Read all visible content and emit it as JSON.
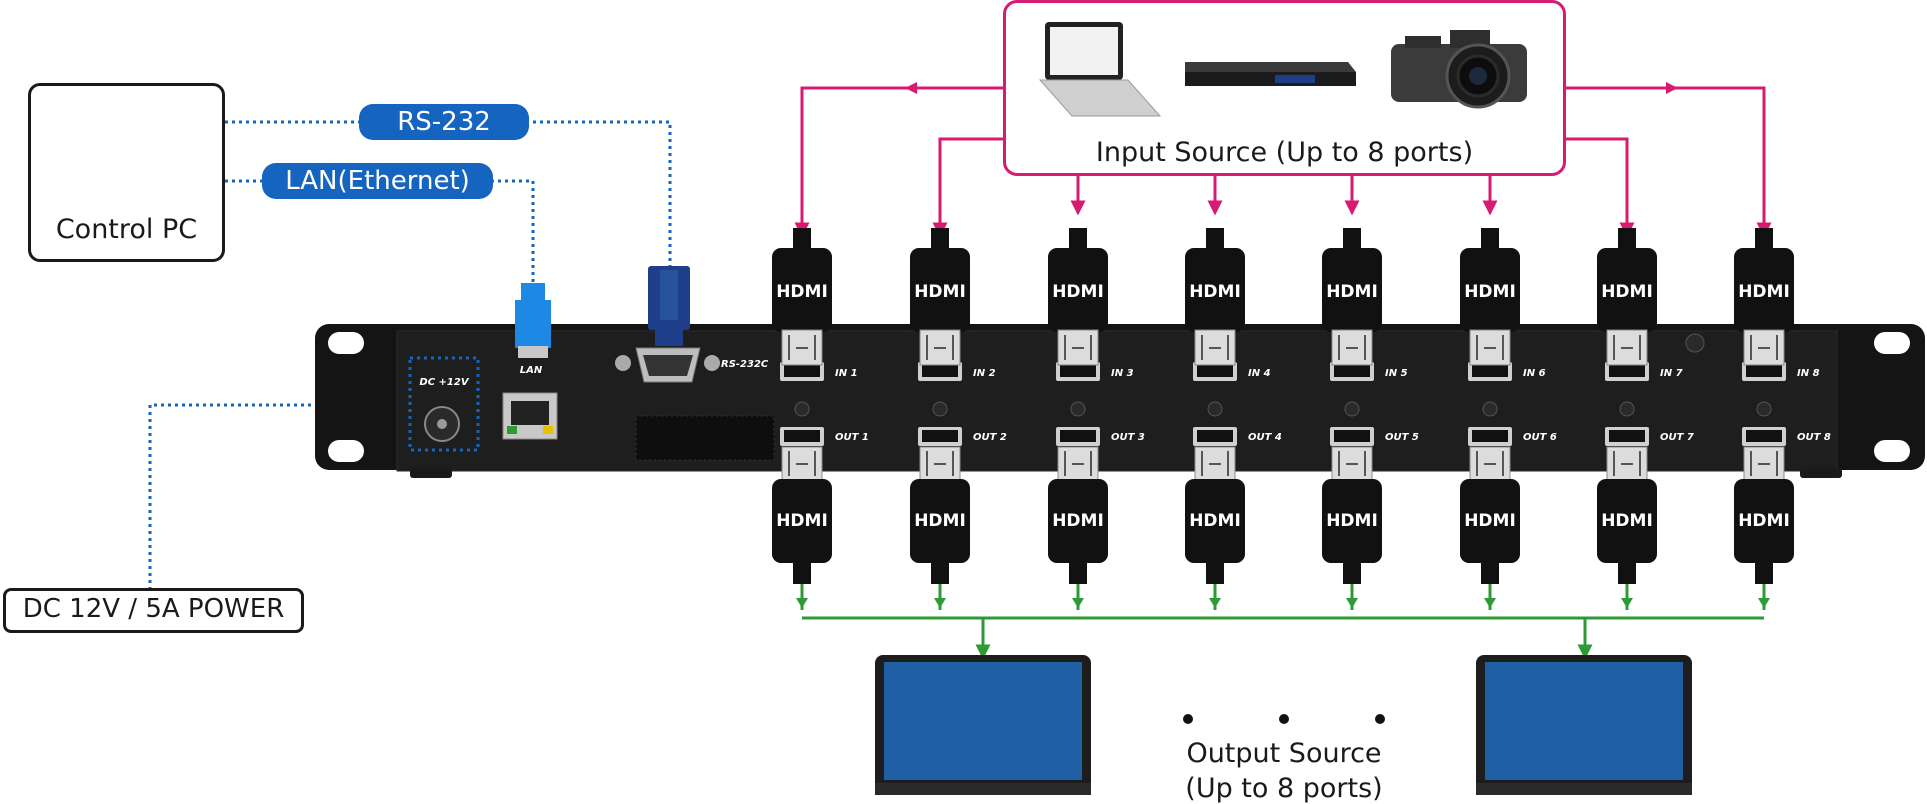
{
  "control_pc": {
    "label": "Control PC"
  },
  "links": {
    "rs232": "RS-232",
    "lan": "LAN(Ethernet)"
  },
  "power": {
    "label": "DC 12V / 5A POWER"
  },
  "input_source": {
    "label": "Input Source (Up to 8 ports)"
  },
  "output_source": {
    "line1": "Output Source",
    "line2": "(Up to 8 ports)"
  },
  "panel": {
    "dc_label": "DC +12V",
    "lan_label": "LAN",
    "rs232c_label": "RS-232C",
    "in_ports": [
      "IN 1",
      "IN 2",
      "IN 3",
      "IN 4",
      "IN 5",
      "IN 6",
      "IN 7",
      "IN 8"
    ],
    "out_ports": [
      "OUT 1",
      "OUT 2",
      "OUT 3",
      "OUT 4",
      "OUT 5",
      "OUT 6",
      "OUT 7",
      "OUT 8"
    ]
  },
  "connector_label": "HDMI",
  "colors": {
    "input_line": "#d81b72",
    "output_line": "#2e9a35",
    "control_line": "#1565c0",
    "chassis": "#141414"
  }
}
